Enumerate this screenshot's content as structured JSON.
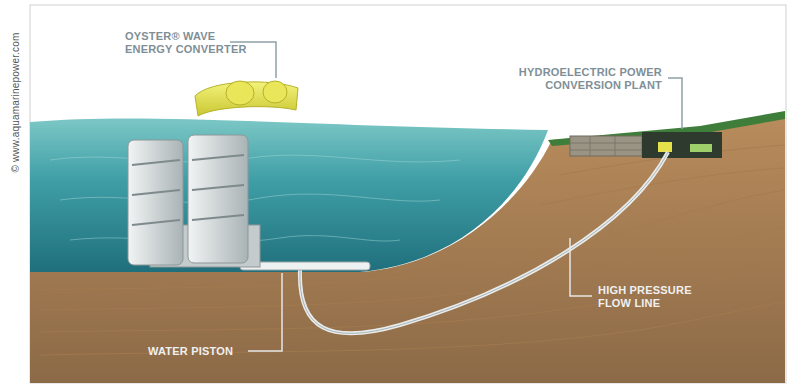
{
  "diagram": {
    "labels": [
      "© www.aquamarinepower.com",
      "OYSTER® WAVE ENERGY CONVERTER",
      "HYDROELECTRIC POWER CONVERSION PLANT",
      "HIGH PRESSURE FLOW LINE",
      "WATER PISTON"
    ]
  }
}
